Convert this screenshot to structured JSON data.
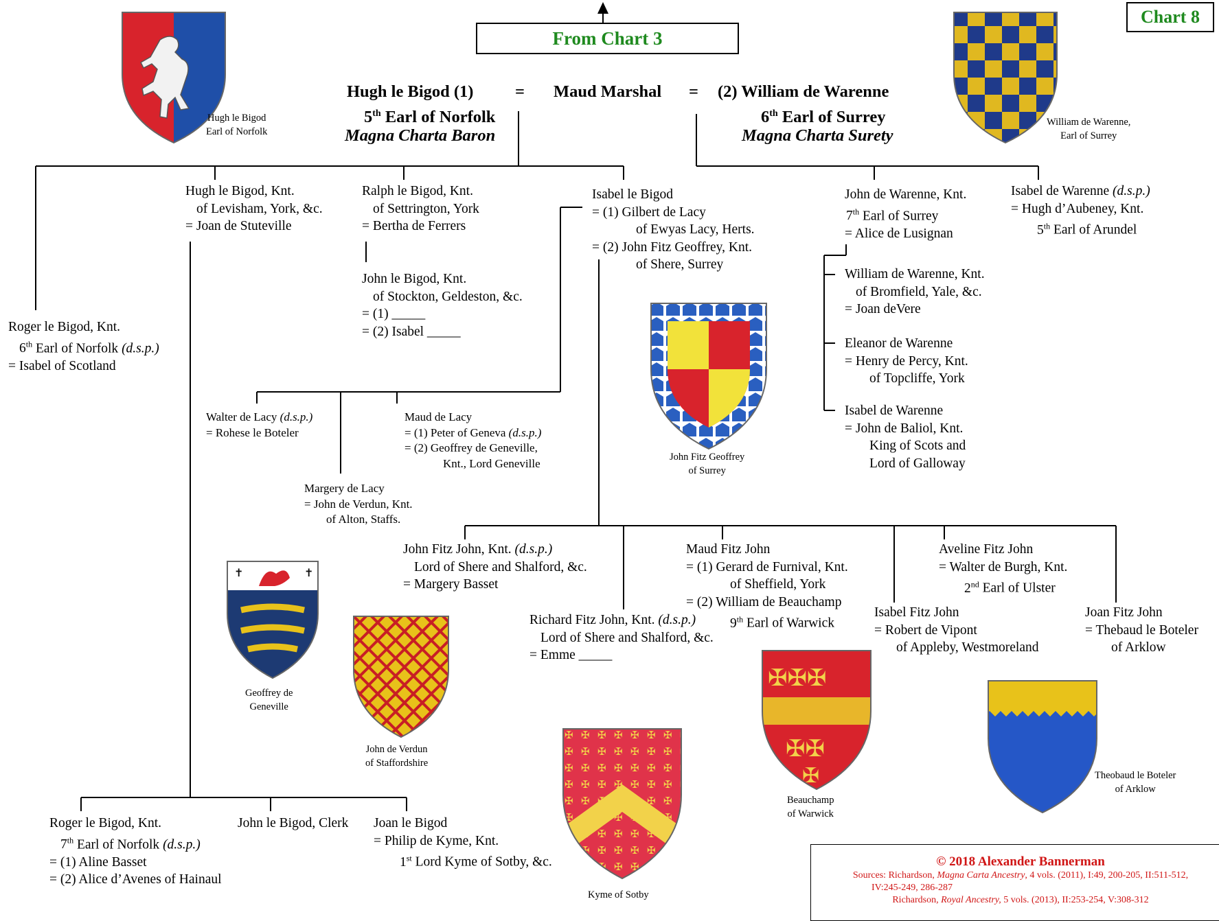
{
  "chart_label": "Chart 8",
  "from_chart": "From Chart 3",
  "top": {
    "hugh": {
      "name": "Hugh le Bigod (1)",
      "title": "5th Earl of Norfolk",
      "role": "Magna Charta Baron"
    },
    "eq1": "=",
    "maud": {
      "name": "Maud Marshal"
    },
    "eq2": "=",
    "william": {
      "name": "(2) William de Warenne",
      "title": "6th Earl of Surrey",
      "role": "Magna Charta Surety"
    }
  },
  "children_hugh": {
    "roger6": {
      "l1": "Roger le Bigod, Knt.",
      "l2": "6th Earl of Norfolk",
      "l2b": "(d.s.p.)",
      "l3": "= Isabel of Scotland"
    },
    "hugh_kt": {
      "l1": "Hugh le Bigod, Knt.",
      "l2": "of Levisham, York, &c.",
      "l3": "= Joan de Stuteville"
    },
    "ralph": {
      "l1": "Ralph le Bigod, Knt.",
      "l2": "of Settrington, York",
      "l3": "= Bertha de Ferrers"
    },
    "john_stockton": {
      "l1": "John le Bigod, Knt.",
      "l2": "of Stockton, Geldeston, &c.",
      "l3": "= (1) _____",
      "l4": "= (2) Isabel _____"
    },
    "isabel": {
      "l1": "Isabel le Bigod",
      "l2": "= (1) Gilbert de Lacy",
      "l3": "of Ewyas Lacy, Herts.",
      "l4": "= (2) John Fitz Geoffrey, Knt.",
      "l5": "of Shere, Surrey"
    }
  },
  "children_william": {
    "john7": {
      "l1": "John de Warenne, Knt.",
      "l2": "7th Earl of Surrey",
      "l3": "= Alice de Lusignan"
    },
    "isabel_w": {
      "l1": "Isabel de Warenne",
      "l1b": "(d.s.p.)",
      "l2": "= Hugh d’Aubeney, Knt.",
      "l3": "5th Earl of Arundel"
    },
    "william_b": {
      "l1": "William de Warenne, Knt.",
      "l2": "of Bromfield, Yale, &c.",
      "l3": "= Joan deVere"
    },
    "eleanor": {
      "l1": "Eleanor de Warenne",
      "l2": "= Henry de Percy, Knt.",
      "l3": "of Topcliffe, York"
    },
    "isabel_b": {
      "l1": "Isabel de Warenne",
      "l2": "= John de Baliol, Knt.",
      "l3": "King of Scots and",
      "l4": "Lord of Galloway"
    }
  },
  "lacy": {
    "walter": {
      "l1": "Walter de Lacy",
      "l1b": "(d.s.p.)",
      "l2": "= Rohese le Boteler"
    },
    "margery": {
      "l1": "Margery de Lacy",
      "l2": "= John de Verdun, Knt.",
      "l3": "of Alton, Staffs."
    },
    "maud": {
      "l1": "Maud de Lacy",
      "l2": "= (1) Peter of Geneva",
      "l2b": "(d.s.p.)",
      "l3": "= (2) Geoffrey de Geneville,",
      "l4": "Knt., Lord Geneville"
    }
  },
  "fitzjohn": {
    "john": {
      "l1": "John Fitz John, Knt.",
      "l1b": "(d.s.p.)",
      "l2": "Lord of Shere and Shalford, &c.",
      "l3": "= Margery Basset"
    },
    "richard": {
      "l1": "Richard Fitz John, Knt.",
      "l1b": "(d.s.p.)",
      "l2": "Lord of Shere and Shalford, &c.",
      "l3": "= Emme _____"
    },
    "maud": {
      "l1": "Maud Fitz John",
      "l2": "= (1) Gerard de Furnival, Knt.",
      "l3": "of Sheffield, York",
      "l4": "= (2) William de Beauchamp",
      "l5": "9th Earl of Warwick"
    },
    "isabel": {
      "l1": "Isabel Fitz John",
      "l2": "= Robert de Vipont",
      "l3": "of Appleby, Westmoreland"
    },
    "aveline": {
      "l1": "Aveline Fitz John",
      "l2": "= Walter de Burgh, Knt.",
      "l3": "2nd Earl of Ulster"
    },
    "joan": {
      "l1": "Joan Fitz John",
      "l2": "= Thebaud le Boteler",
      "l3": "of Arklow"
    }
  },
  "levisham_children": {
    "roger7": {
      "l1": "Roger le Bigod, Knt.",
      "l2": "7th Earl of Norfolk",
      "l2b": "(d.s.p.)",
      "l3": "= (1) Aline Basset",
      "l4": "= (2) Alice d’Avenes of Hainaul"
    },
    "john_clerk": {
      "l1": "John le Bigod, Clerk"
    },
    "joan": {
      "l1": "Joan le Bigod",
      "l2": "= Philip de Kyme, Knt.",
      "l3": "1st Lord Kyme of Sotby, &c."
    }
  },
  "captions": {
    "bigod_1": "Hugh le Bigod",
    "bigod_2": "Earl of Norfolk",
    "warenne_1": "William de Warenne,",
    "warenne_2": "Earl of Surrey",
    "fitzgeoffrey_1": "John Fitz Geoffrey",
    "fitzgeoffrey_2": "of Surrey",
    "geneville_1": "Geoffrey de",
    "geneville_2": "Geneville",
    "verdun_1": "John de Verdun",
    "verdun_2": "of Staffordshire",
    "kyme_1": "Kyme of Sotby",
    "beauchamp_1": "Beauchamp",
    "beauchamp_2": "of Warwick",
    "boteler_1": "Theobaud le Boteler",
    "boteler_2": "of Arklow"
  },
  "footer": {
    "copyright": "© 2018 Alexander Bannerman",
    "src1_a": "Sources: Richardson, ",
    "src1_i": "Magna Carta Ancestry",
    "src1_b": ", 4 vols. (2011), I:49, 200-205, II:511-512,",
    "src2": "IV:245-249, 286-287",
    "src3_a": "Richardson, ",
    "src3_i": "Royal Ancestry,",
    "src3_b": " 5 vols. (2013), II:253-254, V:308-312"
  },
  "colors": {
    "green": "#1f8a1f",
    "red": "#d01515",
    "gules": "#d8232c",
    "azure": "#1f4fa8",
    "or": "#e8c21a",
    "sable": "#111111"
  }
}
